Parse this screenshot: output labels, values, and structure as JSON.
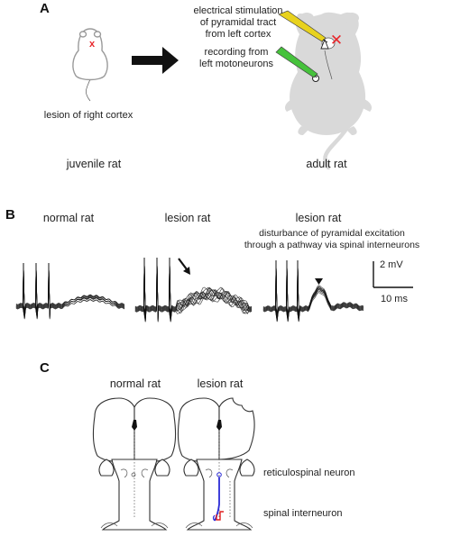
{
  "panel_a": {
    "letter": "A",
    "stimulation_lines": [
      "electrical stimulation",
      "of pyramidal tract",
      "from left cortex"
    ],
    "recording_lines": [
      "recording from",
      "left motoneurons"
    ],
    "lesion_caption": "lesion of right cortex",
    "juvenile_label": "juvenile rat",
    "adult_label": "adult rat",
    "lesion_mark": "x",
    "lesion_mark_adult": "✕"
  },
  "panel_b": {
    "letter": "B",
    "normal_title": "normal rat",
    "lesion_title_1": "lesion rat",
    "lesion_title_2": "lesion rat",
    "annotation_lines": [
      "disturbance of pyramidal excitation",
      "through a pathway via spinal interneurons"
    ],
    "scale_voltage": "2 mV",
    "scale_time": "10 ms"
  },
  "panel_c": {
    "letter": "C",
    "normal_title": "normal rat",
    "lesion_title": "lesion rat",
    "reticulospinal_label": "reticulospinal neuron",
    "interneuron_label": "spinal interneuron"
  },
  "colors": {
    "lesion_red": "#e8262b",
    "stim_yellow": "#e8d21e",
    "record_green": "#46c23c",
    "reticulospinal_blue": "#2b2bd6",
    "interneuron_red": "#e02020",
    "rat_gray": "#d9d9d9"
  }
}
